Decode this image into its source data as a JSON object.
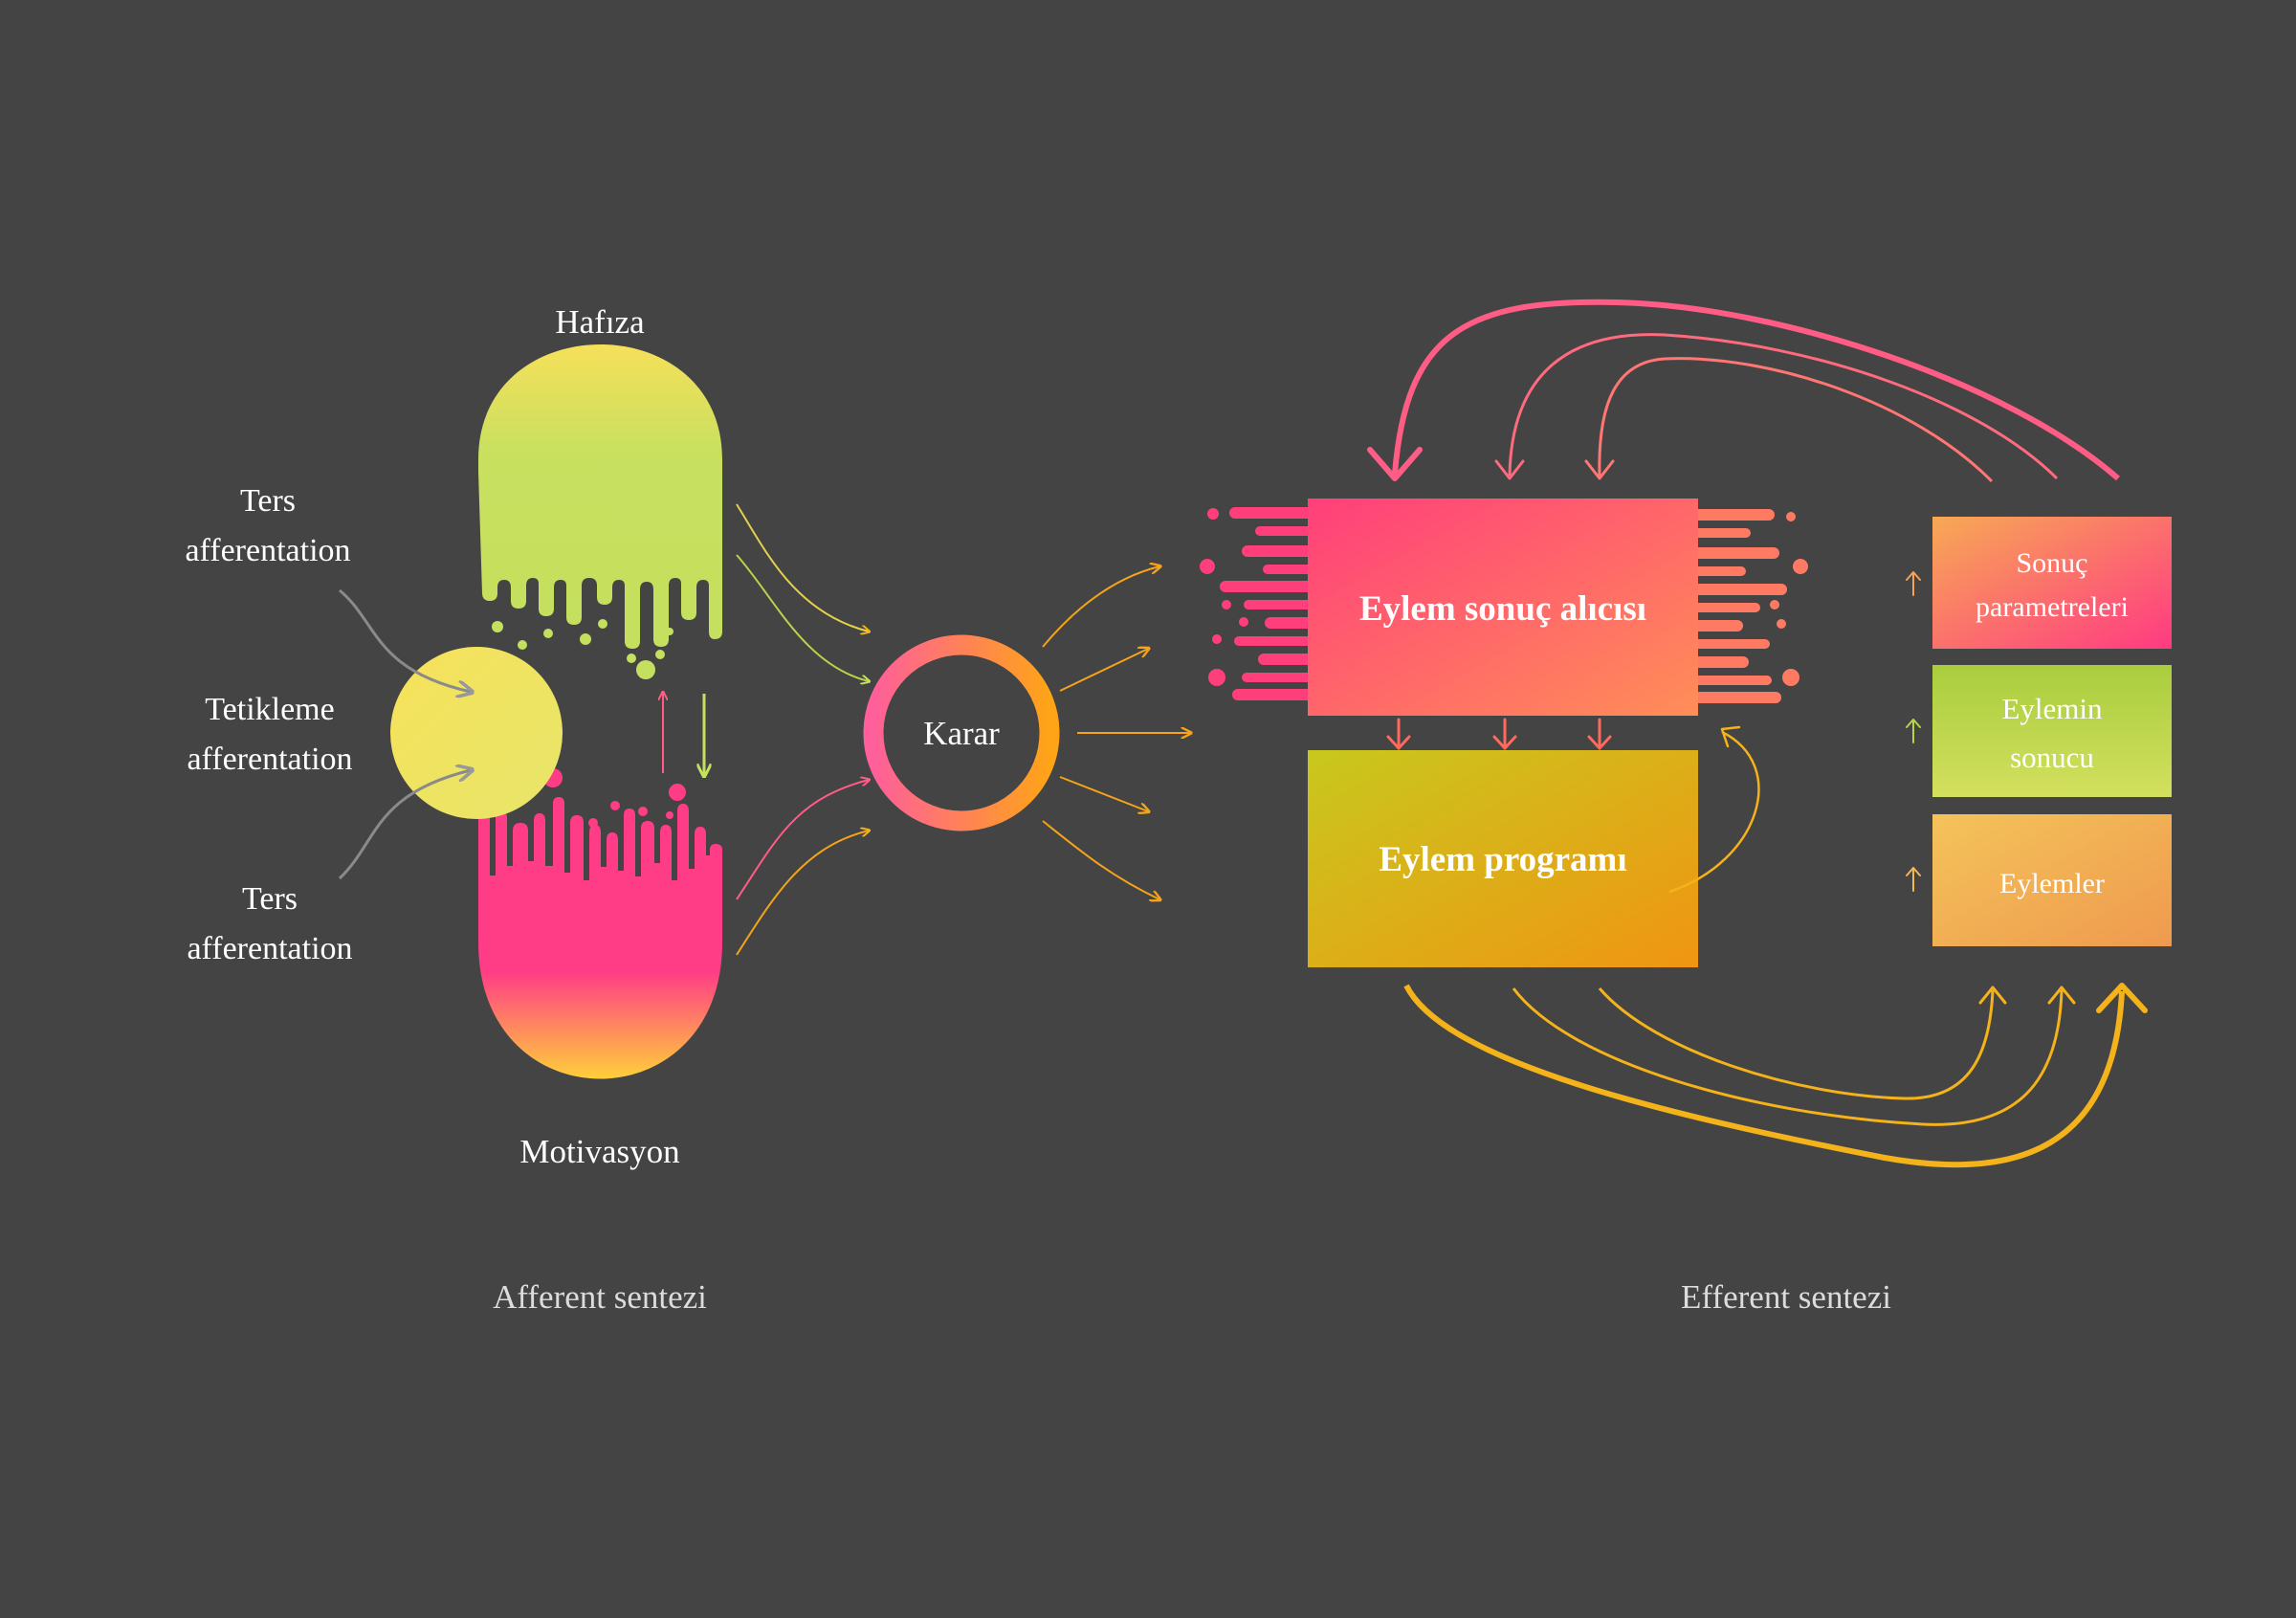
{
  "labels": {
    "memory": "Hafıza",
    "motivation": "Motivasyon",
    "reverse_top_1": "Ters",
    "reverse_top_2": "afferentation",
    "trigger_1": "Tetikleme",
    "trigger_2": "afferentation",
    "reverse_bottom_1": "Ters",
    "reverse_bottom_2": "afferentation",
    "decision": "Karar",
    "acceptor": "Eylem sonuç alıcısı",
    "program": "Eylem programı",
    "params_1": "Sonuç",
    "params_2": "parametreleri",
    "result_1": "Eylemin",
    "result_2": "sonucu",
    "actions": "Eylemler",
    "afferent_section": "Afferent sentezi",
    "efferent_section": "Efferent sentezi"
  },
  "colors": {
    "background": "#444444",
    "memory_top": "#f6e05a",
    "memory_bottom": "#c4e05e",
    "motivation": "#ff3d86",
    "motivation_bottom": "#ffcf3a",
    "trigger": "#f1e35c",
    "decision_ring_left": "#ff5f9a",
    "decision_ring_right": "#ffa417",
    "acceptor_left": "#ff3f7b",
    "acceptor_right": "#ff8a5c",
    "program_left": "#c9c620",
    "program_right": "#ee9a10",
    "params_left": "#f5a35a",
    "params_right": "#ff3d7f",
    "result": "#b7d44a",
    "actions": "#f3b856",
    "arc_pink": "#ff5c86",
    "arc_yellow": "#f4b21b"
  },
  "icons": [
    "drip-blob",
    "splash-blob",
    "ring",
    "arrow"
  ]
}
